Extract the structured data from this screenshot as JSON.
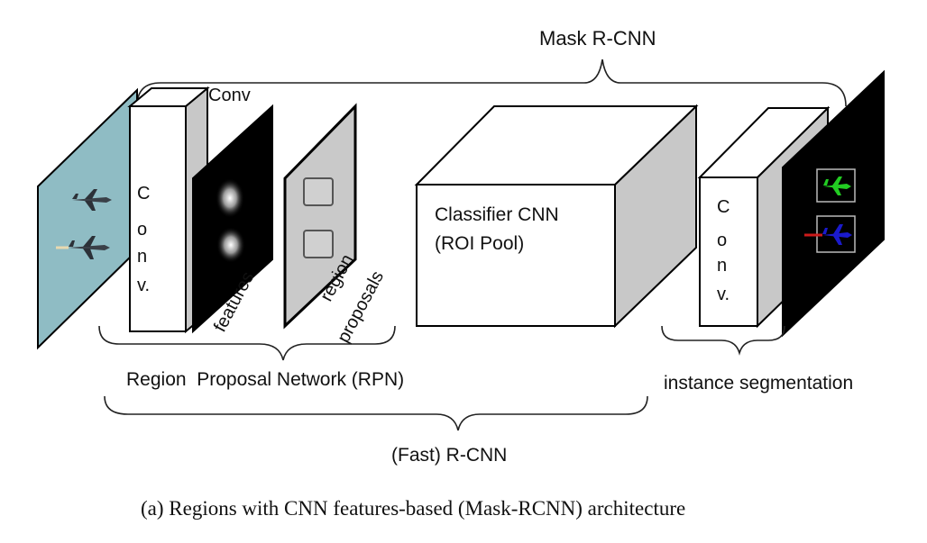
{
  "diagram": {
    "title_top": "Mask R-CNN",
    "conv_top": "Conv",
    "conv_vertical_left": [
      "C",
      "o",
      "n",
      "v."
    ],
    "features_label": "features",
    "region_label_line1": "region",
    "region_label_line2": "proposals",
    "classifier_line1": "Classifier CNN",
    "classifier_line2": "(ROI Pool)",
    "conv_vertical_right": [
      "C",
      "o",
      "n",
      "v."
    ],
    "rpn_label": "Region  Proposal Network (RPN)",
    "instance_label": "instance segmentation",
    "fast_rcnn_label": "(Fast) R-CNN",
    "caption": "(a) Regions with CNN features-based (Mask-RCNN) architecture",
    "colors": {
      "input_panel": "#8fbcc4",
      "output_panel": "#000000",
      "box_face": "#ffffff",
      "box_side": "#c8c8c8",
      "mask_green": "#22cc22",
      "mask_blue": "#1a1acc",
      "mask_red": "#cc1a1a"
    }
  }
}
